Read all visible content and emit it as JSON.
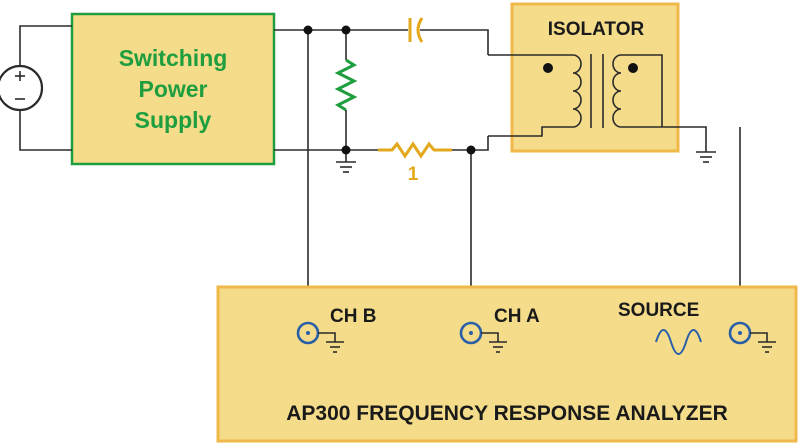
{
  "power_supply": {
    "line1": "Switching",
    "line2": "Power",
    "line3": "Supply"
  },
  "isolator": {
    "label": "ISOLATOR"
  },
  "injection_resistor": {
    "value": "1"
  },
  "analyzer": {
    "title": "AP300 FREQUENCY RESPONSE ANALYZER",
    "channel_b": "CH B",
    "channel_a": "CH A",
    "source": "SOURCE"
  },
  "colors": {
    "box_fill": "#f4dc8a",
    "box_border": "#f0b94a",
    "psu_border": "#1e9e3e",
    "green_part": "#1e9e3e",
    "yellow_part": "#e3a81b",
    "connector_blue": "#2a5ea8",
    "wire": "#2b2b2b"
  },
  "icons": [
    "voltage-source-icon",
    "ground-icon",
    "bnc-connector-icon",
    "sine-wave-icon",
    "capacitor-icon",
    "resistor-icon",
    "transformer-icon"
  ]
}
